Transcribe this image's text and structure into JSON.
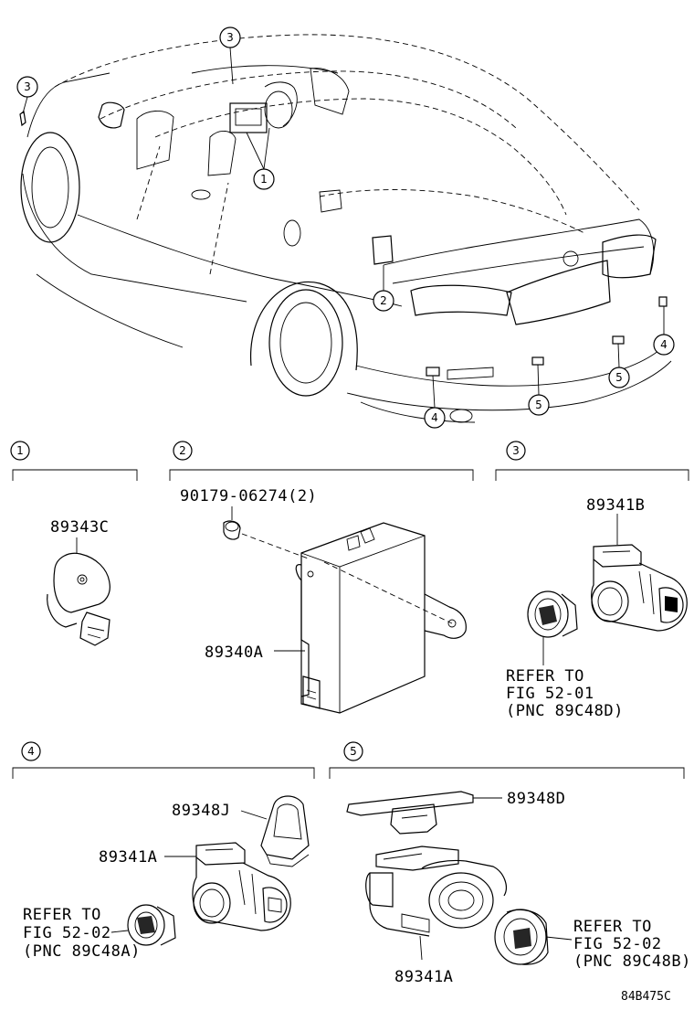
{
  "diagram": {
    "callouts": {
      "c1": "1",
      "c2": "2",
      "c3": "3",
      "c4": "4",
      "c5": "5"
    },
    "sections": {
      "s1": "1",
      "s2": "2",
      "s3": "3",
      "s4": "4",
      "s5": "5"
    },
    "parts": {
      "p89343C": "89343C",
      "p9017906274": "90179-06274(2)",
      "p89340A": "89340A",
      "p89341B": "89341B",
      "p89348J": "89348J",
      "p89341A_left": "89341A",
      "p89348D": "89348D",
      "p89341A_right": "89341A"
    },
    "references": {
      "ref3": [
        "REFER TO",
        "FIG 52-01",
        "(PNC 89C48D)"
      ],
      "ref4": [
        "REFER TO",
        "FIG 52-02",
        "(PNC 89C48A)"
      ],
      "ref5": [
        "REFER TO",
        "FIG 52-02",
        "(PNC 89C48B)"
      ]
    },
    "figure_code": "84B475C"
  }
}
